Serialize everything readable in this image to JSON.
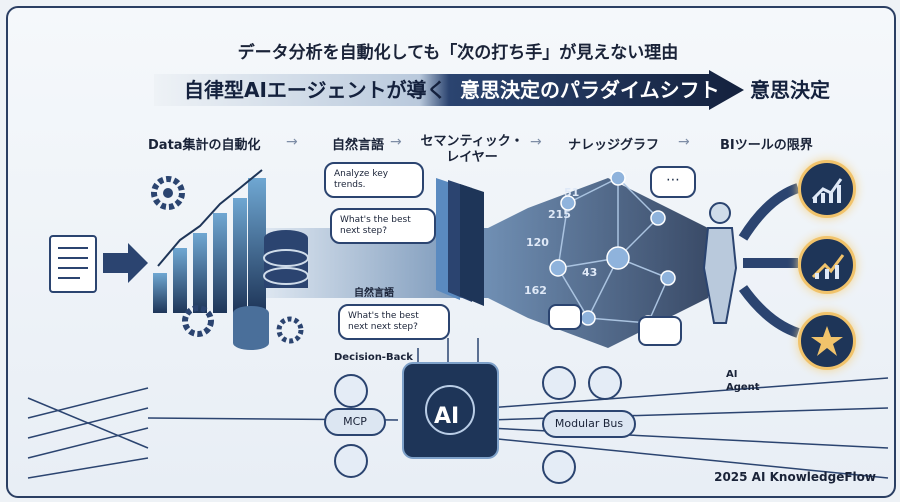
{
  "title": {
    "subtitle": "データ分析を自動化しても「次の打ち手」が見えない理由",
    "banner_left": "自律型AIエージェントが導く",
    "banner_right": "意思決定のパラダイムシフト",
    "banner_end": "意思決定"
  },
  "steps": [
    "Data集計の自動化",
    "自然言語",
    "セマンティック・\nレイヤー",
    "ナレッジグラフ",
    "BIツールの限界"
  ],
  "step_arrow": "→",
  "bubbles": {
    "analyze": "Analyze key trends.",
    "best_next": "What's the best next step?",
    "best_next_next": "What's the best next next step?"
  },
  "labels": {
    "natural_language": "自然言語",
    "decision_back": "Decision-Back",
    "mcp": "MCP",
    "ai_chip": "AI",
    "modular_bus": "Modular Bus",
    "ai_agent": "AI\nAgent"
  },
  "graph_numbers": [
    "51",
    "215",
    "120",
    "43",
    "162"
  ],
  "footer": "2025 AI KnowledgeFlow",
  "colors": {
    "navy": "#1e3558",
    "accent": "#f1c36b",
    "steel": "#4a6f9a",
    "light": "#cfdcea"
  },
  "icons": [
    "document-icon",
    "gear-icon",
    "bar-chart-icon",
    "database-icon",
    "chat-icon",
    "robot-icon",
    "trend-up-icon",
    "star-icon",
    "network-icon",
    "atom-icon"
  ]
}
